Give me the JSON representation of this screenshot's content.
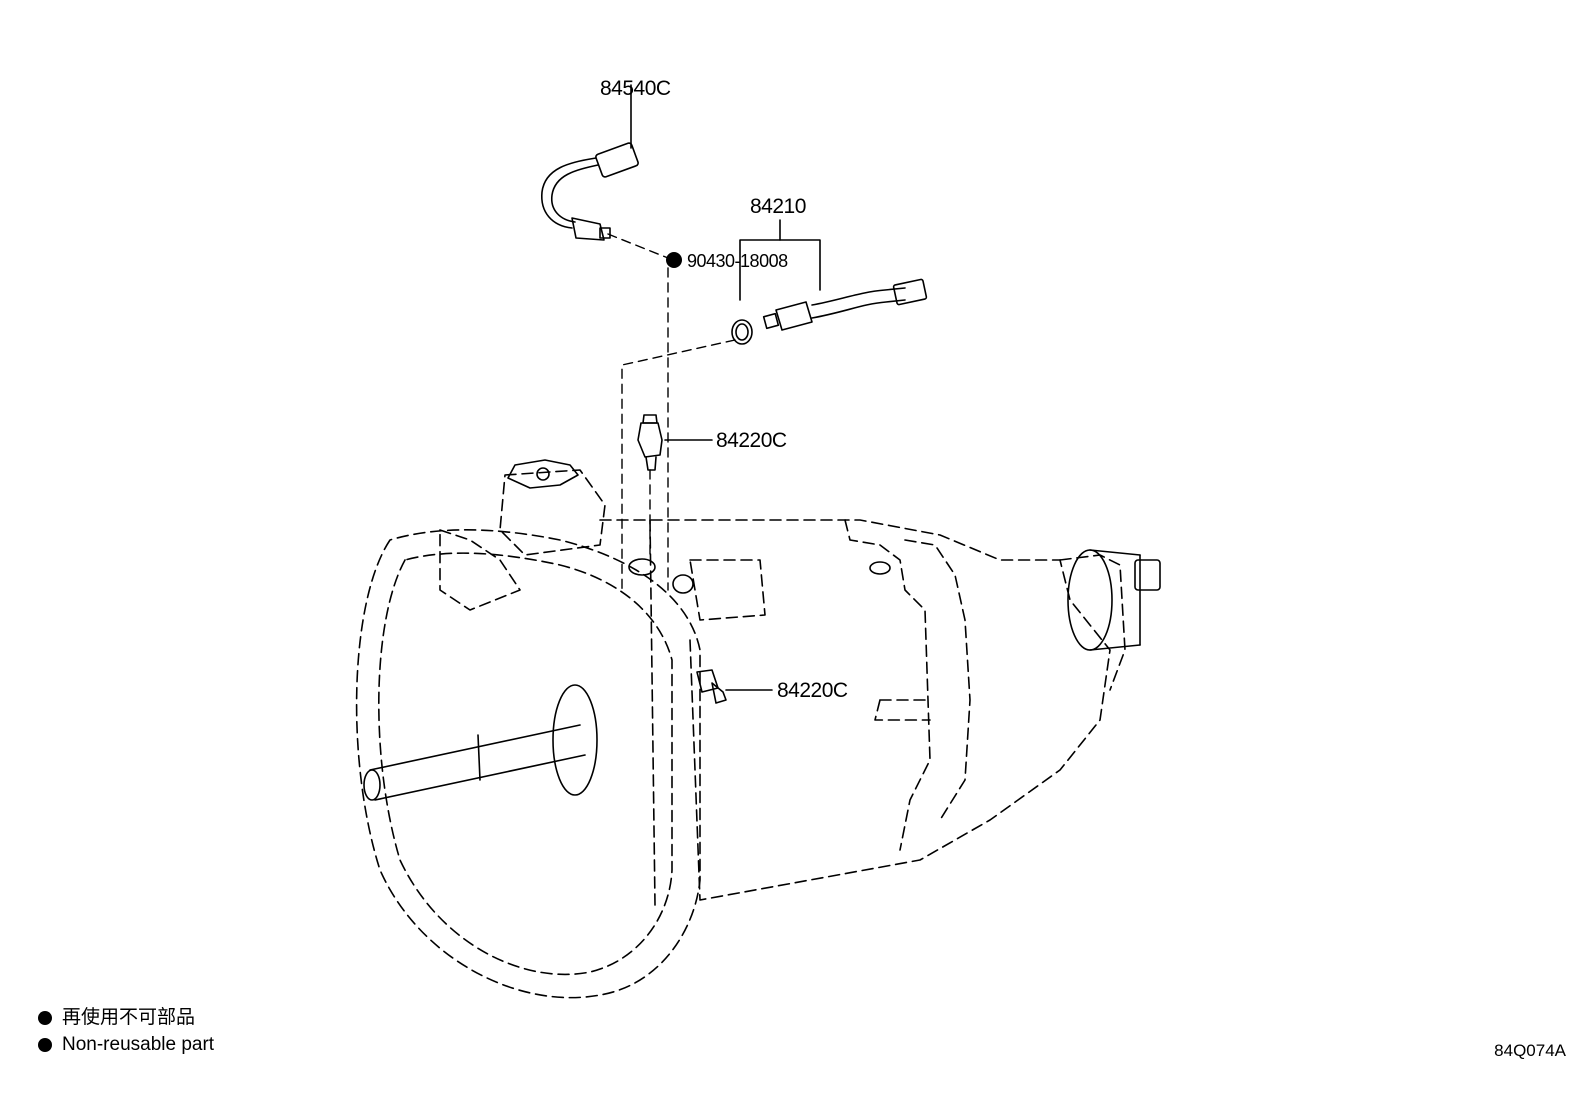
{
  "parts": {
    "speed_sensor": "84540C",
    "backup_switch_assy": "84210",
    "gasket": "90430-18008",
    "switch_upper": "84220C",
    "switch_lower": "84220C"
  },
  "legend": {
    "marker_icon": "filled-circle-icon",
    "jp": "再使用不可部品",
    "en": "Non-reusable part"
  },
  "ref_code": "84Q074A"
}
